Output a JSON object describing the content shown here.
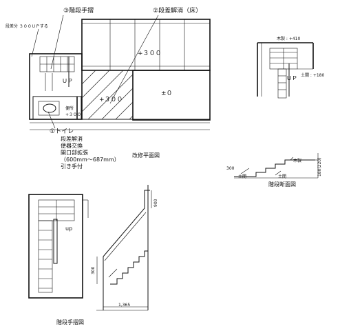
{
  "plan_main": {
    "callout_stair_handrail": "③階段手摺",
    "callout_floor_step": "②段差解消（床）",
    "note_raise": "段差分 ３００ＵＰする",
    "level_plus300_room": "+３００",
    "level_plus300_hatched": "+３００",
    "level_zero": "±０",
    "stair_up": "ＵＰ",
    "small_label_1": "便所",
    "small_label_2": "+３００",
    "toilet_callout_title": "①トイレ",
    "toilet_items": [
      "段差解消",
      "便器交換",
      "開口部拡張",
      "（600mm～687mm）",
      "引き手付"
    ],
    "title": "改修平面図"
  },
  "plan_detail": {
    "label_wood_floor": "木製 : +410",
    "label_earth_floor": "土間 : +180",
    "stair_up": "ＵＰ"
  },
  "section": {
    "title": "階段断面図",
    "label_wood": "木製",
    "label_earth": "土間",
    "label_floor": "土間",
    "dim_left": "300",
    "dim_right": "180(220)"
  },
  "handrail": {
    "stair_up": "up",
    "dim_top": "900",
    "dim_side": "300",
    "dim_bottom": "1,365",
    "title": "階段手摺図"
  }
}
